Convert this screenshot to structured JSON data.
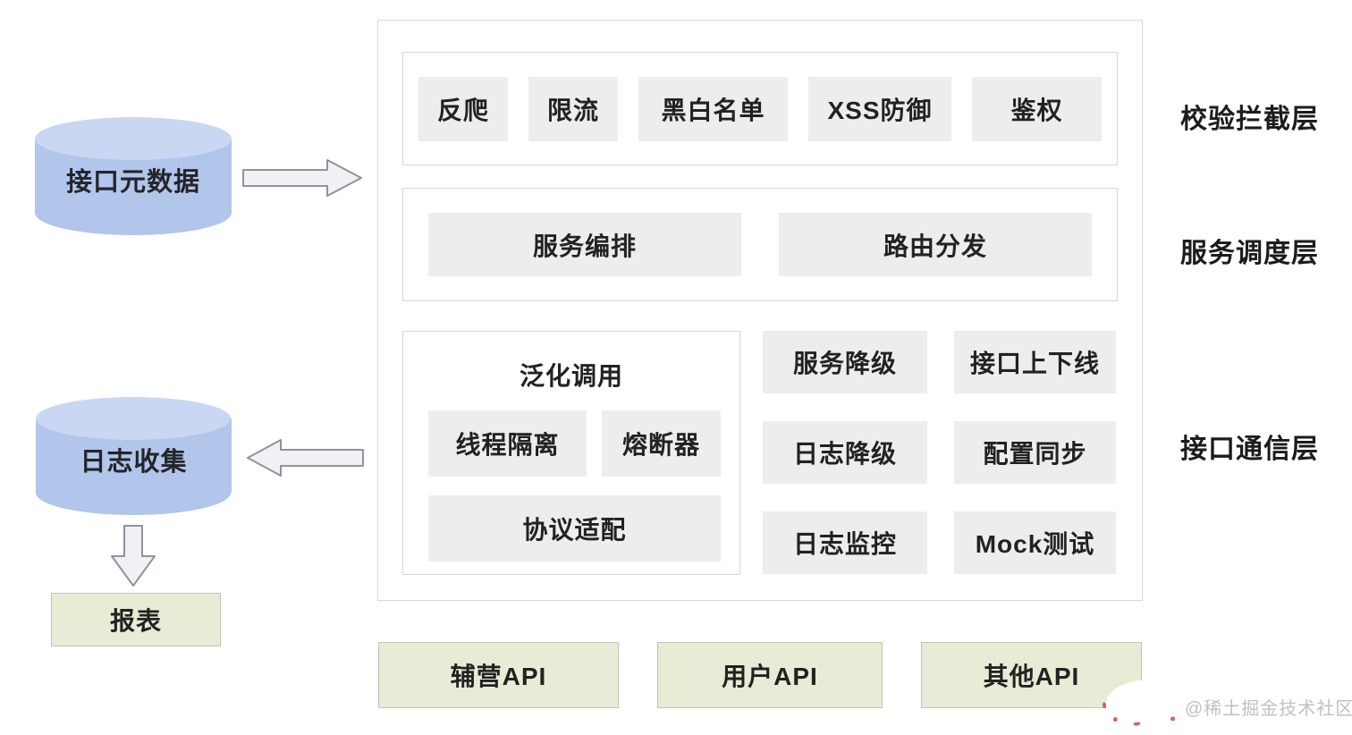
{
  "diagram": {
    "sources": {
      "metadata_db": "接口元数据",
      "log_db": "日志收集",
      "report": "报表"
    },
    "layers": {
      "validation": {
        "label": "校验拦截层",
        "items": [
          "反爬",
          "限流",
          "黑白名单",
          "XSS防御",
          "鉴权"
        ]
      },
      "scheduling": {
        "label": "服务调度层",
        "items": [
          "服务编排",
          "路由分发"
        ]
      },
      "communication": {
        "label": "接口通信层",
        "generic_group": {
          "title": "泛化调用",
          "items": [
            "线程隔离",
            "熔断器",
            "协议适配"
          ]
        },
        "items": [
          "服务降级",
          "接口上下线",
          "日志降级",
          "配置同步",
          "日志监控",
          "Mock测试"
        ]
      }
    },
    "apis": [
      "辅营API",
      "用户API",
      "其他API"
    ],
    "watermark": "@稀土掘金技术社区",
    "colors": {
      "chip_bg": "#ededed",
      "panel_border": "#d7d7d7",
      "cylinder_body": "#b2c5eb",
      "cylinder_top": "#c9d7f3",
      "green_bg": "#e7ecd6",
      "green_border": "#c2c5b2",
      "arrow_fill": "#f1f1f3",
      "arrow_stroke": "#8d93a0",
      "text_dark": "#222222",
      "watermark_color": "#c0c0c0"
    }
  }
}
